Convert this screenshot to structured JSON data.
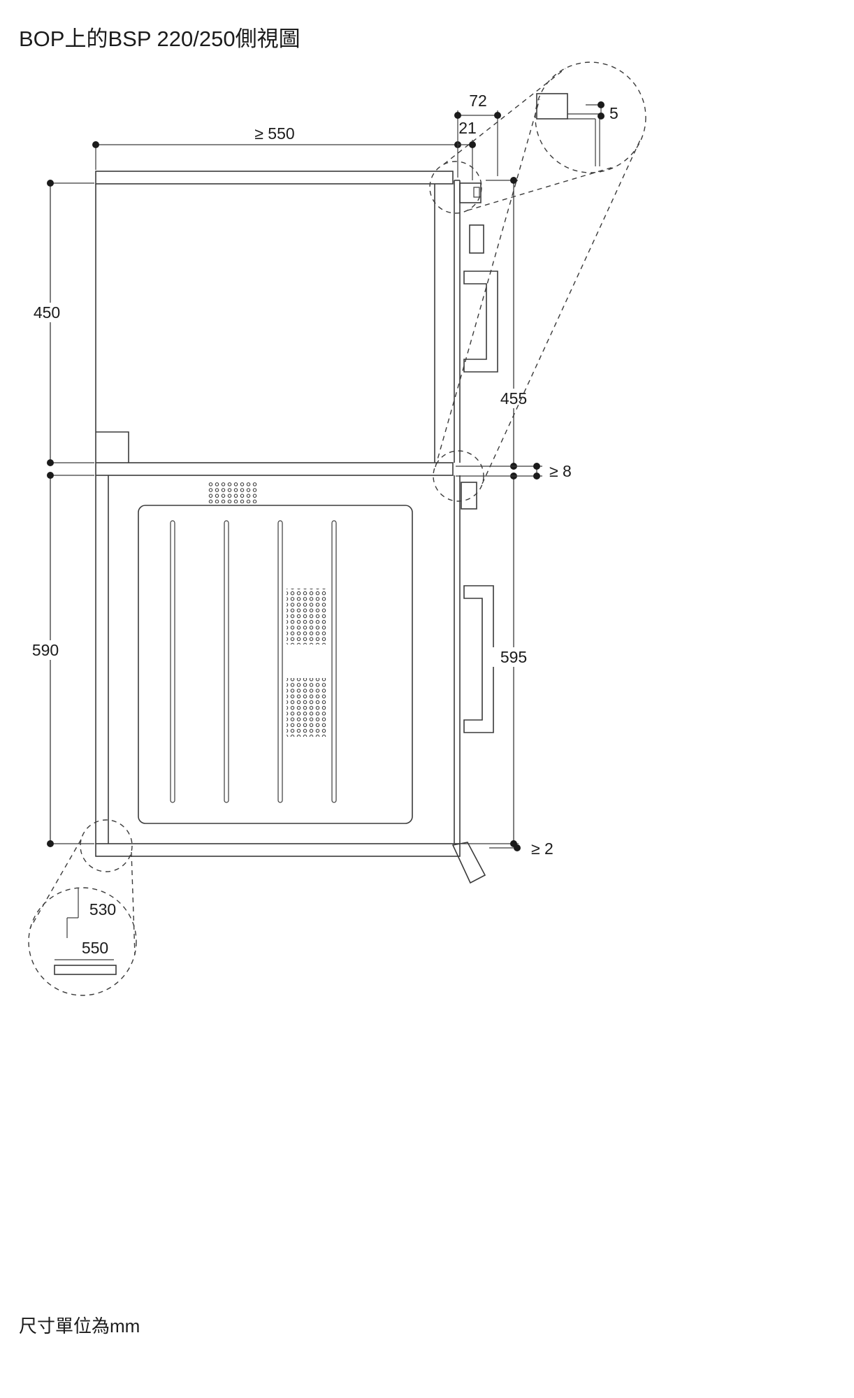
{
  "title": "BOP上的BSP 220/250側視圖",
  "footer_note": "尺寸單位為mm",
  "dims": {
    "niche_width_min": "≥ 550",
    "top_overhang": "72",
    "front_overhang": "21",
    "detail_gap": "5",
    "upper_niche_height": "450",
    "upper_appliance_height": "455",
    "middle_gap_min": "≥ 8",
    "lower_niche_height": "590",
    "lower_appliance_height": "595",
    "bottom_gap_min": "≥ 2",
    "detail_depth_upper": "530",
    "detail_depth_lower": "550"
  }
}
